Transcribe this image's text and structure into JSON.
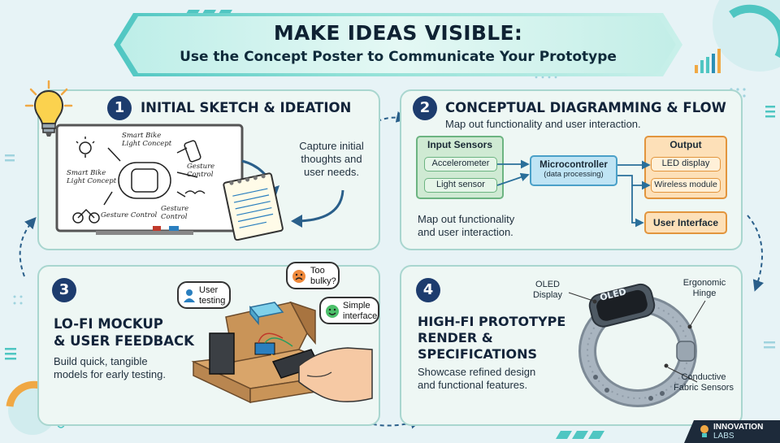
{
  "header": {
    "title": "MAKE IDEAS VISIBLE:",
    "subtitle": "Use the Concept Poster to Communicate Your Prototype"
  },
  "panels": [
    {
      "number": "1",
      "heading": "INITIAL SKETCH & IDEATION",
      "text_lines": [
        "Capture initial",
        "thoughts and",
        "user needs."
      ],
      "sketch_labels": [
        "Smart Bike",
        "Light Concept",
        "Smart Bike",
        "Light Concept",
        "Gesture",
        "Control",
        "Gesture Control",
        "Gesture",
        "Control"
      ]
    },
    {
      "number": "2",
      "heading": "CONCEPTUAL DIAGRAMMING & FLOW",
      "subheading": "Map out functionality and user interaction.",
      "text_lines": [
        "Map out functionality",
        "and user interaction."
      ],
      "diagram": {
        "input_title": "Input Sensors",
        "inputs": [
          "Accelerometer",
          "Light sensor"
        ],
        "controller_title": "Microcontroller",
        "controller_sub": "(data processing)",
        "output_title": "Output",
        "outputs": [
          "LED display",
          "Wireless module"
        ],
        "ui": "User Interface"
      }
    },
    {
      "number": "3",
      "heading_lines": [
        "LO-FI MOCKUP",
        "& USER FEEDBACK"
      ],
      "text_lines": [
        "Build quick, tangible",
        "models for early testing."
      ],
      "bubbles": {
        "user": [
          "User",
          "testing"
        ],
        "bulky": [
          "Too",
          "bulky?"
        ],
        "simple": [
          "Simple",
          "interface"
        ]
      }
    },
    {
      "number": "4",
      "heading_lines": [
        "HIGH-FI PROTOTYPE",
        "RENDER &",
        "SPECIFICATIONS"
      ],
      "text_lines": [
        "Showcase refined design",
        "and functional features."
      ],
      "callouts": {
        "oled": [
          "OLED",
          "Display"
        ],
        "hinge": [
          "Ergonomic",
          "Hinge"
        ],
        "sensors": [
          "Conductive",
          "Fabric Sensors"
        ],
        "screen": "OLED"
      }
    }
  ],
  "brand": {
    "line1": "INNOVATION",
    "line2": "LABS"
  },
  "colors": {
    "accent": "#4fc6c2",
    "navy": "#1d3c6e",
    "panel": "#eef7f4",
    "orange": "#e2953d",
    "green": "#6cb481",
    "blue": "#4aa0c8"
  }
}
